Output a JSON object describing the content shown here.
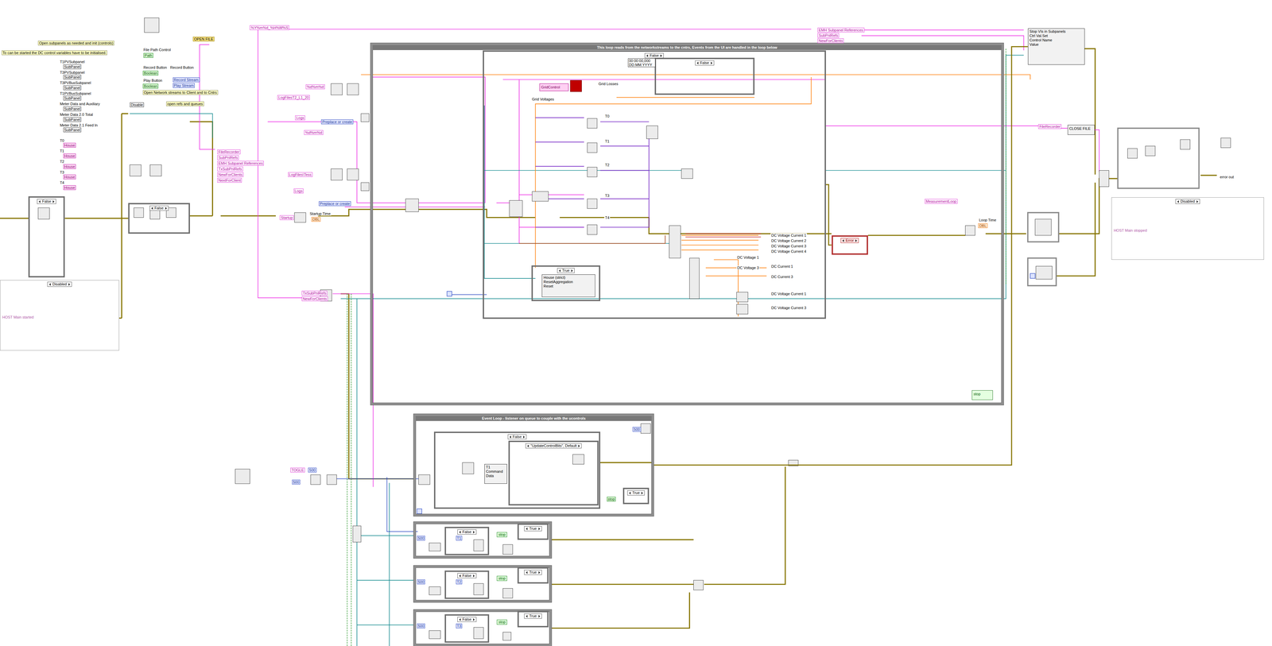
{
  "diagram": {
    "nodes": [
      {
        "text": [
          "False"
        ]
      },
      {
        "text": [
          "Disabled",
          "HOST Main started"
        ]
      },
      {
        "text": [
          "False"
        ]
      },
      {
        "text": [
          "This loop reads from the networkstreams to the cntrs, Events from the UI are handled in the loop below"
        ]
      },
      {
        "text": [
          "False"
        ],
        "in": 3
      },
      {
        "text": [
          "False"
        ],
        "in": 4
      },
      {
        "text": [
          "GridControl"
        ],
        "in": 4
      },
      {
        "text": [
          "True"
        ],
        "in": 4
      },
      {
        "text": [
          "House (strict)",
          "ResetAggregation",
          "Reset"
        ],
        "in": 7
      },
      {
        "text": [
          "stop"
        ],
        "in": 3
      },
      {
        "text": [
          "Error"
        ],
        "in": 3
      },
      {
        "text": [
          "Event Loop - listener on queue to couple with the ucontrols"
        ]
      },
      {
        "text": [
          "False"
        ],
        "in": 11
      },
      {
        "text": [
          "\"UpdateControlBits\", Default"
        ],
        "in": 12
      },
      {
        "text": [
          "T1",
          "Command",
          "Data"
        ],
        "in": 12
      },
      {
        "text": [
          "True"
        ],
        "in": 11
      },
      {
        "text": [
          "stop"
        ]
      },
      {
        "text": [
          "False"
        ],
        "in": 16
      },
      {
        "text": [
          "True"
        ],
        "in": 16
      },
      {
        "text": [
          "stop"
        ]
      },
      {
        "text": [
          "False"
        ],
        "in": 19
      },
      {
        "text": [
          "True"
        ],
        "in": 19
      },
      {
        "text": [
          "stop"
        ]
      },
      {
        "text": [
          "False"
        ],
        "in": 22
      },
      {
        "text": [
          "True"
        ],
        "in": 22
      },
      {
        "text": [
          "Stop VIs in Subpanels",
          "Ctrl Val.Set",
          "Control Name",
          "Value"
        ]
      },
      {
        "text": [
          "CLOSE FILE"
        ]
      },
      {
        "text": [
          "Disabled",
          "HOST Main stopped"
        ]
      }
    ],
    "edges": [
      {
        "from": 4,
        "to": 10,
        "arrow": "none"
      },
      {
        "from": 11,
        "to": 25,
        "arrow": "none"
      }
    ],
    "labels": [
      "Open subpanels as needed and init (controls)",
      "To can be started the DC control variables have to be initialised.",
      "T1PVSubpanel",
      "SubPanel",
      "T3PVSubpanel",
      "SubPanel",
      "T3PVBusSubpanel",
      "SubPanel",
      "T1PVBusSubpanel",
      "SubPanel",
      "Meter Data and Auxiliary",
      "SubPanel",
      "Meter Data 2.0 Total",
      "SubPanel",
      "Meter Data 2.1 Feed In",
      "SubPanel",
      "T0",
      "House",
      "T1",
      "House",
      "T2",
      "House",
      "T3",
      "House",
      "T4",
      "House",
      "Disable",
      "File Path Control",
      "Path",
      "OPEN FILE",
      "Record Button",
      "Boolean",
      "Record Button",
      "Play Button",
      "Boolean",
      "Record Stream",
      "Play Stream",
      "Open Network streams to Client and to Cntrs",
      "open refs and queues",
      "FileRecorder",
      "SubPnlRefs",
      "EMH Subpanel References",
      "TxSubPnlRefs",
      "NewForClients",
      "NextForClient",
      "%Y%m%d_%H%M%S",
      "%d%m%d",
      "LogFilesT2_L1_20",
      "Logs",
      "Preplace or create",
      "%d%m%d",
      "LogFiles\\Tess",
      "Logs",
      "Preplace or create",
      "Startup",
      "Startup Time",
      "DBL",
      "TxSubPnlRefs",
      "NewForClients",
      "00:00:00,000 DD.MM.YYYY",
      "Grid Losses",
      "Grid Voltages",
      "T0",
      "T1",
      "T2",
      "T3",
      "T4",
      "DC Voltage Current 1",
      "DC Voltage Current 2",
      "DC Voltage Current 3",
      "DC Voltage Current 4",
      "DC Voltage 1",
      "DC Current 1",
      "DC Voltage 3",
      "DC Current 3",
      "DC Voltage Current 1",
      "DC Voltage Current 3",
      "MeasurementLoop",
      "Loop Time",
      "DBL",
      "EMH Subpanel References",
      "SubPnlRefs",
      "NewForClients",
      "FileRecorder",
      "error out",
      "TOGLE",
      "500",
      "500",
      "500",
      "stop",
      "500",
      "T1",
      "500",
      "T2",
      "500",
      "T3"
    ]
  }
}
